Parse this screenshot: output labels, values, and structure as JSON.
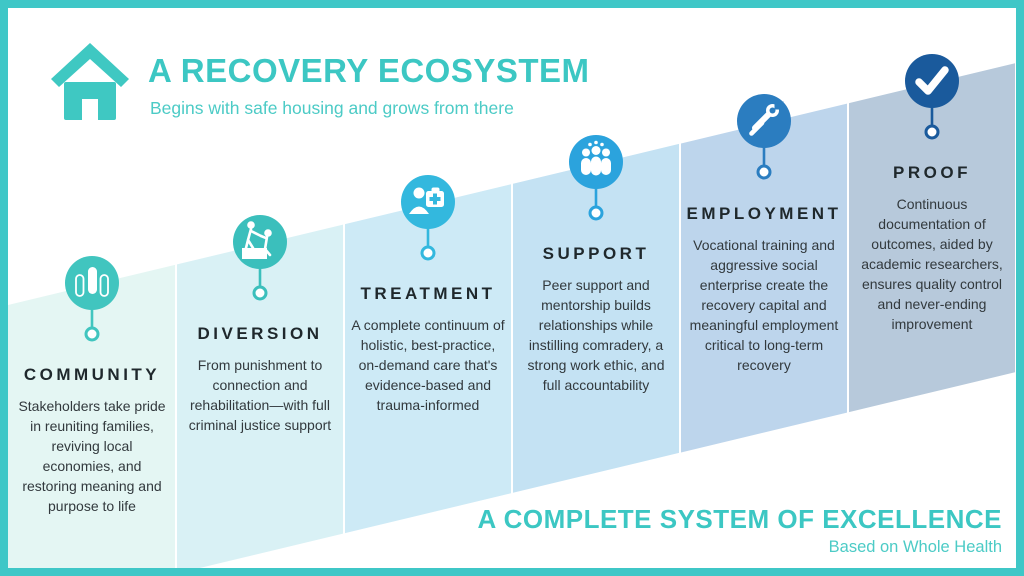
{
  "frame": {
    "border_color": "#3fc7c7",
    "background": "#ffffff"
  },
  "header": {
    "title": "A RECOVERY ECOSYSTEM",
    "subtitle": "Begins with safe housing and grows from there",
    "accent_color": "#3cc7c3",
    "logo_icon": "house-icon"
  },
  "footer": {
    "title": "A COMPLETE SYSTEM OF EXCELLENCE",
    "subtitle": "Based on Whole Health"
  },
  "stages": [
    {
      "name": "community",
      "title": "COMMUNITY",
      "icon": "raised-hands-icon",
      "band_color": "#e4f6f3",
      "icon_color": "#41c5bf",
      "description": "Stakeholders take pride in reuniting families, reviving local economies, and restoring meaning and purpose to life"
    },
    {
      "name": "diversion",
      "title": "DIVERSION",
      "icon": "helping-hand-climb-icon",
      "band_color": "#d9f1f5",
      "icon_color": "#3bbfbc",
      "description": "From punishment to connection and rehabilitation—with full criminal justice support"
    },
    {
      "name": "treatment",
      "title": "TREATMENT",
      "icon": "medic-first-aid-icon",
      "band_color": "#cdeaf6",
      "icon_color": "#33b8de",
      "description": "A complete continuum of holistic, best-practice, on-demand care that's evidence-based and trauma-informed"
    },
    {
      "name": "support",
      "title": "SUPPORT",
      "icon": "peer-group-icon",
      "band_color": "#c4e2f3",
      "icon_color": "#2ba3dd",
      "description": "Peer support and mentorship builds relationships while instilling comradery, a strong work ethic, and full accountability"
    },
    {
      "name": "employment",
      "title": "EMPLOYMENT",
      "icon": "tools-icon",
      "band_color": "#bdd5ec",
      "icon_color": "#2b7dc0",
      "description": "Vocational training and aggressive social enterprise create the recovery capital and meaningful employment critical to long-term recovery"
    },
    {
      "name": "proof",
      "title": "PROOF",
      "icon": "checkmark-icon",
      "band_color": "#b7c9db",
      "icon_color": "#1a5a9c",
      "description": "Continuous documentation of outcomes, aided by academic researchers, ensures quality control and never-ending improvement"
    }
  ]
}
